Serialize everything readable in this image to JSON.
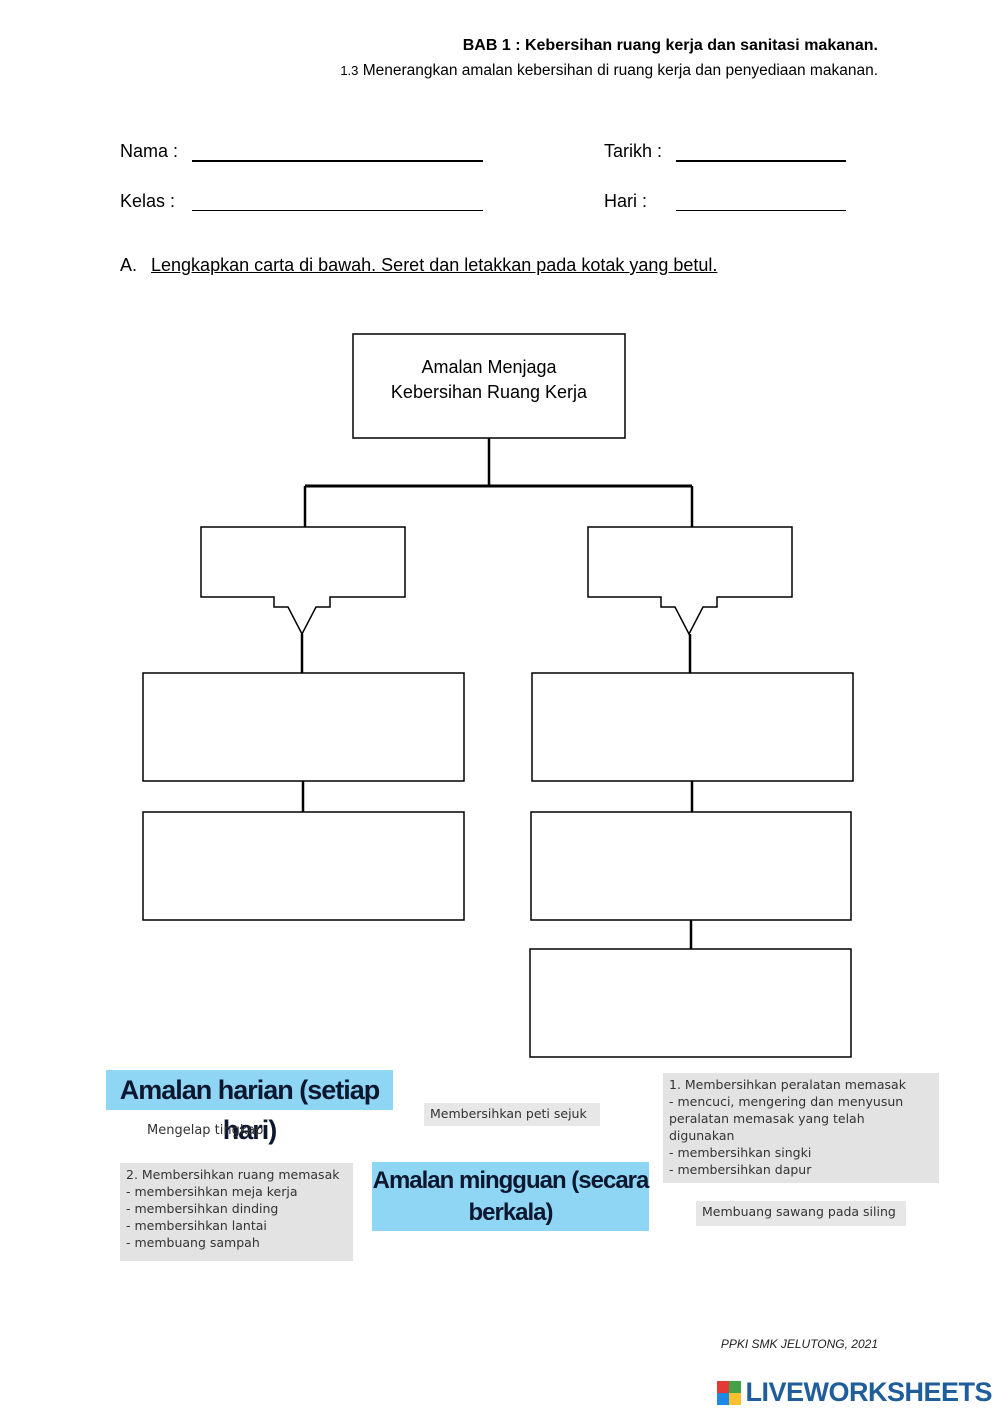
{
  "header": {
    "title": "BAB 1 : Kebersihan ruang kerja dan sanitasi makanan.",
    "subtitle_number": "1.3",
    "subtitle_text": "Menerangkan  amalan kebersihan di ruang kerja  dan penyediaan makanan."
  },
  "form": {
    "nama_label": "Nama :",
    "tarikh_label": "Tarikh :",
    "kelas_label": "Kelas  :",
    "hari_label": "Hari    :"
  },
  "instruction": {
    "letter": "A.",
    "text": "Lengkapkan carta di bawah. Seret dan letakkan pada kotak yang betul."
  },
  "chart": {
    "root_line1": "Amalan Menjaga",
    "root_line2": "Kebersihan Ruang Kerja"
  },
  "options": {
    "amalan_harian": "Amalan harian (setiap hari)",
    "mengelap": "Mengelap tingkap",
    "peti_sejuk": "Membersihkan peti sejuk",
    "peralatan": [
      "1. Membersihkan peralatan memasak",
      "- mencuci, mengering dan menyusun",
      "peralatan memasak yang telah",
      "digunakan",
      "- membersihkan singki",
      "- membersihkan dapur"
    ],
    "ruang_memasak": [
      "2. Membersihkan ruang memasak",
      "- membersihkan meja kerja",
      "- membersihkan dinding",
      "- membersihkan lantai",
      "- membuang sampah"
    ],
    "amalan_mingguan_line1": "Amalan mingguan (secara",
    "amalan_mingguan_line2": "berkala)",
    "sawang": "Membuang sawang pada siling"
  },
  "footer": {
    "credit": "PPKI SMK JELUTONG, 2021",
    "brand": "LIVEWORKSHEETS"
  },
  "colors": {
    "blue_card": "#8fd6f4",
    "gray_card": "#e4e3e3",
    "brand_blue": "#1f5e9a"
  }
}
